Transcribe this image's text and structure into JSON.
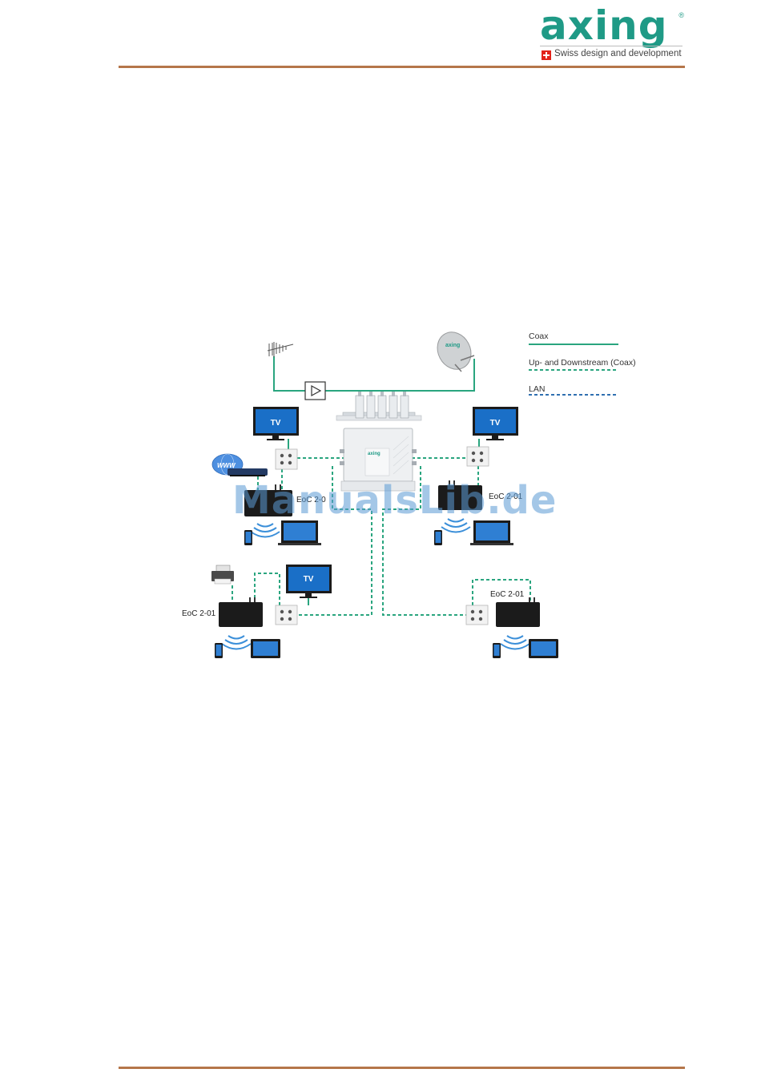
{
  "header": {
    "logo_word": "axing",
    "logo_registered": "®",
    "tagline": "Swiss design and development"
  },
  "colors": {
    "brand_teal": "#1f9a86",
    "rule_brown": "#b5764a",
    "coax_green": "#2aa57f",
    "lan_blue": "#2f6fb0",
    "device_black": "#1b1b1b",
    "screen_blue": "#1a6fc7"
  },
  "legend": {
    "coax": "Coax",
    "updown": "Up- and Downstream (Coax)",
    "lan": "LAN"
  },
  "labels": {
    "tv": "TV",
    "eoc_left_top": "EoC 2-0",
    "eoc_right_top": "EoC 2-01",
    "eoc_left_bottom": "EoC 2-01",
    "eoc_right_bottom": "EoC 2-01",
    "www": "WWW",
    "dish_brand": "axing",
    "switch_brand": "axing"
  },
  "watermark": "ManualsLib.de"
}
